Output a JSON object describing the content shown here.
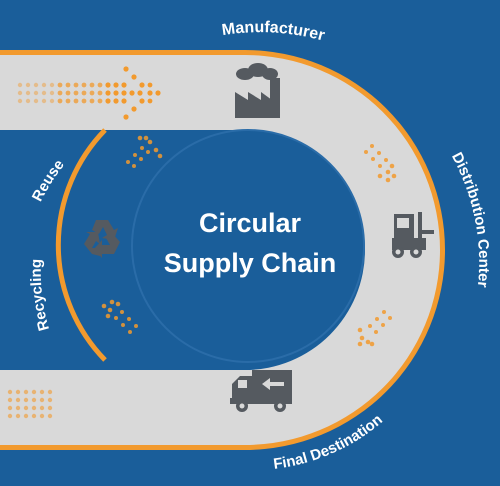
{
  "diagram": {
    "title_line1": "Circular",
    "title_line2": "Supply Chain",
    "stages": [
      {
        "label": "Manufacturer",
        "icon": "factory-icon"
      },
      {
        "label": "Distribution Center",
        "icon": "forklift-icon"
      },
      {
        "label": "Final Destination",
        "icon": "delivery-truck-icon"
      },
      {
        "label": "Recycling",
        "icon": "recycle-icon"
      },
      {
        "label": "Reuse",
        "icon": "recycle-icon"
      }
    ]
  },
  "colors": {
    "background": "#1a5e9a",
    "ring": "#d9d9d9",
    "accent": "#f29a2e",
    "icon": "#555a60",
    "text": "#ffffff"
  }
}
